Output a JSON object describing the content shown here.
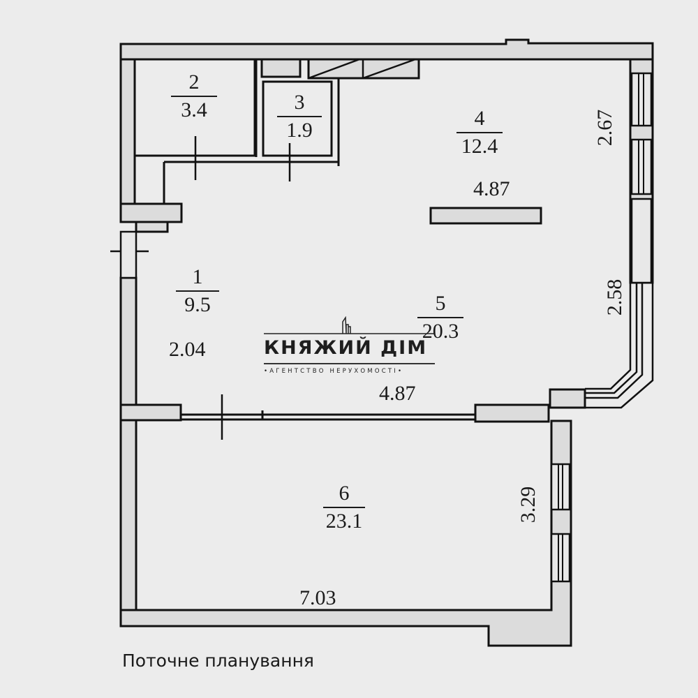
{
  "plan": {
    "caption": "Поточне планування",
    "rooms": [
      {
        "number": "1",
        "area": "9.5"
      },
      {
        "number": "2",
        "area": "3.4"
      },
      {
        "number": "3",
        "area": "1.9"
      },
      {
        "number": "4",
        "area": "12.4"
      },
      {
        "number": "5",
        "area": "20.3"
      },
      {
        "number": "6",
        "area": "23.1"
      }
    ],
    "dimensions": {
      "room1_width": "2.04",
      "room4_width": "4.87",
      "room4_height": "2.67",
      "room5_width": "4.87",
      "room5_height": "2.58",
      "room6_width": "7.03",
      "room6_height": "3.29"
    }
  },
  "watermark": {
    "title": "КНЯЖИЙ ДІМ",
    "subtitle": "•АГЕНТСТВО НЕРУХОМОСТІ•"
  },
  "colors": {
    "background": "#ececec",
    "wall_fill": "#dcdcdc",
    "line": "#111111"
  }
}
